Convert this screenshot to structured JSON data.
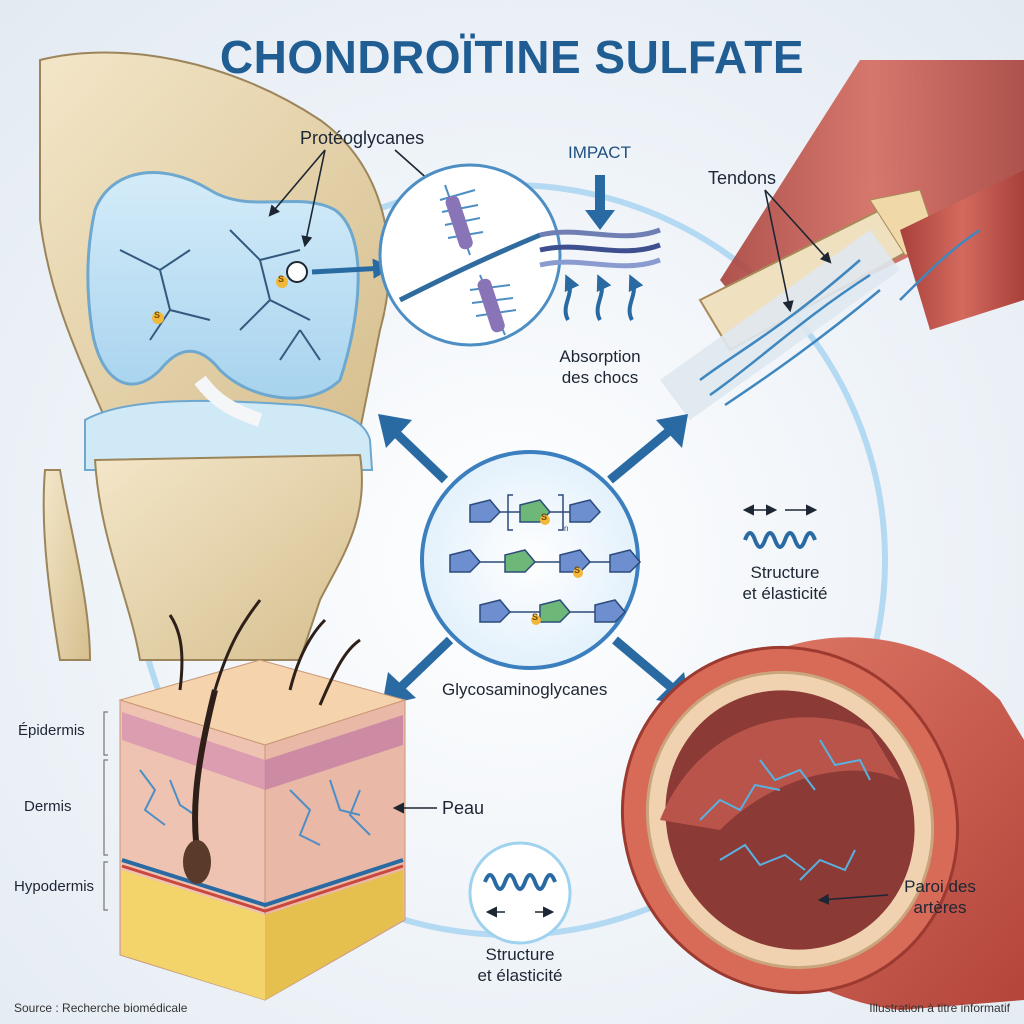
{
  "title": "CHONDROÏTINE SULFATE",
  "labels": {
    "proteoglycanes": "Protéoglycanes",
    "impact": "IMPACT",
    "absorption": "Absorption\ndes chocs",
    "tendons": "Tendons",
    "structure_right": "Structure\net élasticité",
    "glycosaminoglycanes": "Glycosaminoglycanes",
    "structure_bottom": "Structure\net élasticité",
    "epidermis": "Épidermis",
    "dermis": "Dermis",
    "hypodermis": "Hypodermis",
    "peau": "Peau",
    "paroi": "Paroi des\nartères",
    "sulfate_marker": "S",
    "subscript_n": "n"
  },
  "footer": {
    "source": "Source : Recherche biomédicale",
    "note": "Illustration à titre informatif"
  },
  "colors": {
    "title": "#1f5d93",
    "arrow": "#2a6aa3",
    "ring": "#8ec9ea",
    "cartilage": "#bfe0f3",
    "bone": "#e9d8b4",
    "muscle": "#c4524a",
    "gag_chain": "#4d8fc4",
    "sulfate": "#f2b83a"
  }
}
